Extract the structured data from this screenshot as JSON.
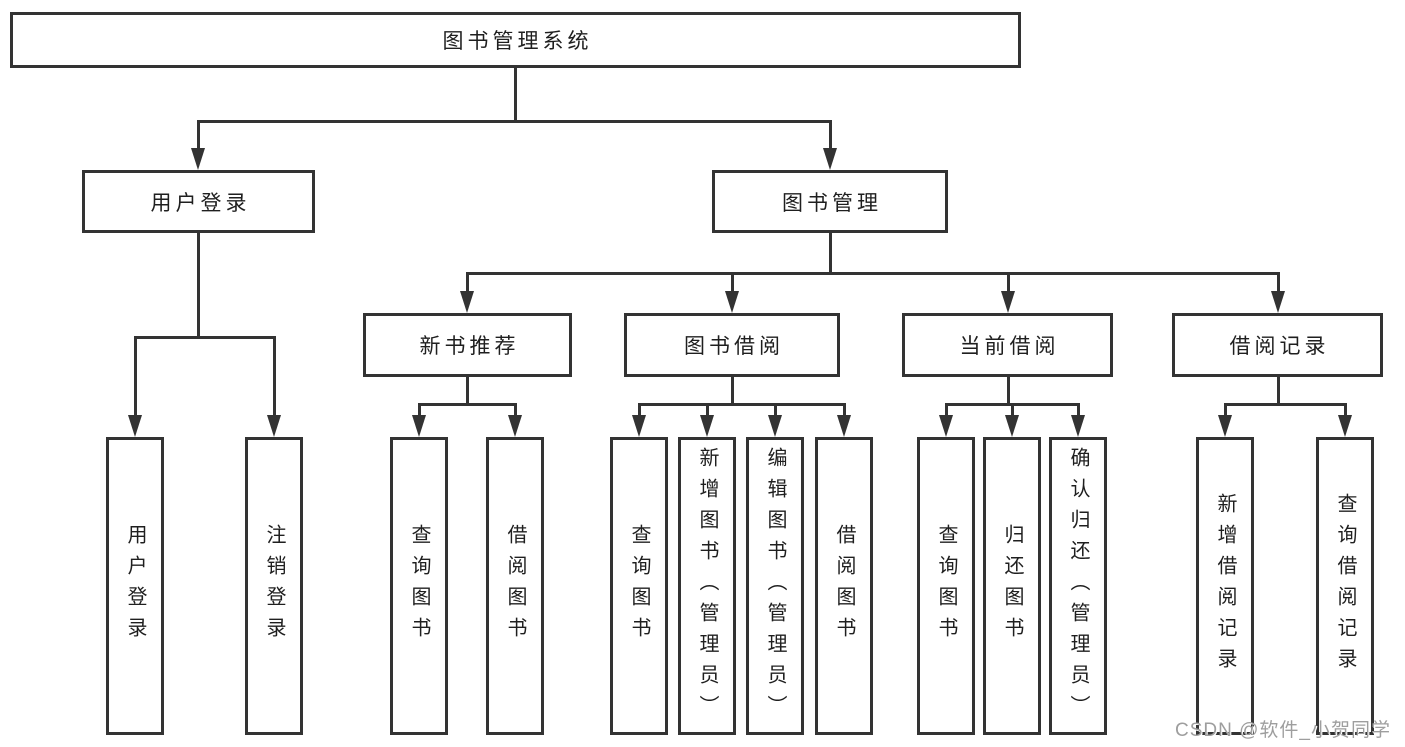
{
  "diagram": {
    "title": "图书管理系统",
    "nodes": {
      "root": "图书管理系统",
      "user_login": "用户登录",
      "book_mgmt": "图书管理",
      "new_book_rec": "新书推荐",
      "book_borrow": "图书借阅",
      "current_borrow": "当前借阅",
      "borrow_records": "借阅记录",
      "leaf_user_login": "用户登录",
      "leaf_logout": "注销登录",
      "leaf_query_books_rec": "查询图书",
      "leaf_borrow_books_rec": "借阅图书",
      "leaf_query_books_borrow": "查询图书",
      "leaf_add_books": "新增图书（管理员）",
      "leaf_edit_books": "编辑图书（管理员）",
      "leaf_borrow_books_borrow": "借阅图书",
      "leaf_query_books_current": "查询图书",
      "leaf_return_books": "归还图书",
      "leaf_confirm_return": "确认归还（管理员）",
      "leaf_add_borrow_record": "新增借阅记录",
      "leaf_query_borrow_record": "查询借阅记录"
    },
    "hierarchy": {
      "图书管理系统": [
        "用户登录",
        "图书管理"
      ],
      "用户登录": [
        "用户登录",
        "注销登录"
      ],
      "图书管理": [
        "新书推荐",
        "图书借阅",
        "当前借阅",
        "借阅记录"
      ],
      "新书推荐": [
        "查询图书",
        "借阅图书"
      ],
      "图书借阅": [
        "查询图书",
        "新增图书（管理员）",
        "编辑图书（管理员）",
        "借阅图书"
      ],
      "当前借阅": [
        "查询图书",
        "归还图书",
        "确认归还（管理员）"
      ],
      "借阅记录": [
        "新增借阅记录",
        "查询借阅记录"
      ]
    },
    "colors": {
      "line": "#333333",
      "text": "#1f1f1f",
      "background": "#ffffff",
      "watermark": "#9e9e9e"
    }
  },
  "watermark": {
    "text": "CSDN @软件_小贺同学"
  }
}
